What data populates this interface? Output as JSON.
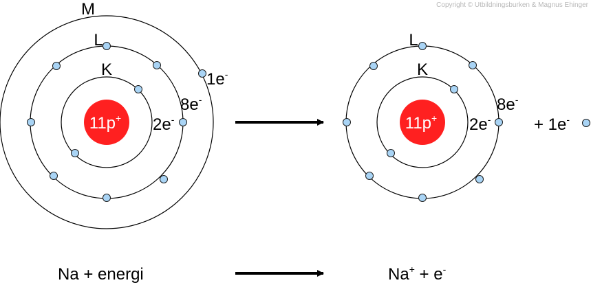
{
  "copyright": "Copyright © Utbildningsburken & Magnus Ehinger",
  "atom": {
    "nucleus": "11p",
    "nucleus_charge": "+",
    "shell_m": "M",
    "shell_l": "L",
    "shell_k": "K",
    "m_count": "1e",
    "l_count": "8e",
    "k_count": "2e",
    "minus": "-"
  },
  "ion": {
    "nucleus": "11p",
    "nucleus_charge": "+",
    "shell_l": "L",
    "shell_k": "K",
    "l_count": "8e",
    "k_count": "2e",
    "minus": "-",
    "free_electron": "+ 1e"
  },
  "equation": {
    "left": "Na + energi",
    "right_na": "Na",
    "right_plus": "+",
    "right_rest": " + e",
    "right_minus": "-"
  },
  "colors": {
    "nucleus": "#ff2020",
    "electron": "#a9d4f5"
  }
}
